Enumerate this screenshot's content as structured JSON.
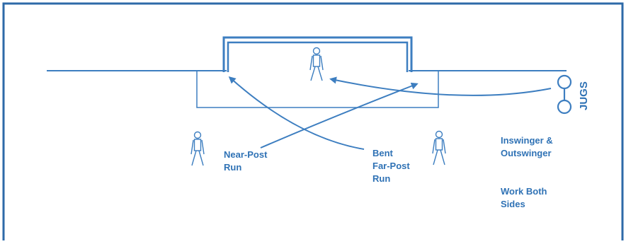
{
  "colors": {
    "stroke": "#3d7ec0",
    "frame": "#2e6aa8",
    "text": "#2f72b5"
  },
  "labels": {
    "near_post_line1": "Near-Post",
    "near_post_line2": "Run",
    "bent_line1": "Bent",
    "bent_line2": "Far-Post",
    "bent_line3": "Run",
    "inswinger_line1": "Inswinger &",
    "inswinger_line2": "Outswinger",
    "work_line1": "Work Both",
    "work_line2": "Sides",
    "jugs": "JUGS"
  },
  "icons": {
    "players": [
      "player-icon-goalkeeper",
      "player-icon-left",
      "player-icon-right"
    ],
    "machine": "jugs-machine-icon"
  }
}
